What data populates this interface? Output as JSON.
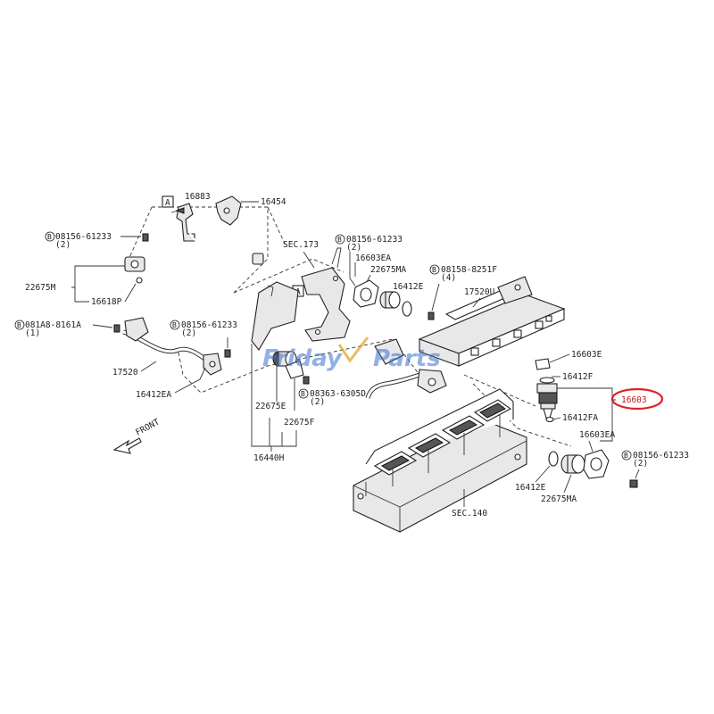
{
  "labels": {
    "p16883": "16883",
    "p16454": "16454",
    "p08156_a": "08156-61233",
    "p08156_a_qty": "(2)",
    "p22675m": "22675M",
    "p16618p": "16618P",
    "p081a8": "081A8-8161A",
    "p081a8_qty": "(1)",
    "p08156_b": "08156-61233",
    "p08156_b_qty": "(2)",
    "p17520": "17520",
    "p16412ea": "16412EA",
    "sec173": "SEC.173",
    "p08156_c": "08156-61233",
    "p08156_c_qty": "(2)",
    "p16603ea_top": "16603EA",
    "p22675ma_top": "22675MA",
    "p16412e_top": "16412E",
    "p08158": "08158-8251F",
    "p08158_qty": "(4)",
    "p17520u": "17520U",
    "p16603e": "16603E",
    "p16412f": "16412F",
    "p16603_highlight": "16603",
    "p16412fa": "16412FA",
    "p22675e": "22675E",
    "p22675f": "22675F",
    "p08363": "08363-6305D",
    "p08363_qty": "(2)",
    "p16440h": "16440H",
    "p16603ea_bot": "16603EA",
    "p08156_d": "08156-61233",
    "p08156_d_qty": "(2)",
    "p16412e_bot": "16412E",
    "p22675ma_bot": "22675MA",
    "sec140": "SEC.140",
    "front": "FRONT",
    "view_a1": "A",
    "view_a2": "A",
    "bolt_b": "B"
  },
  "watermark": {
    "text_left": "Friday",
    "text_right": "Parts",
    "color": "#3c6fd0"
  },
  "highlight_color": "#e02020"
}
